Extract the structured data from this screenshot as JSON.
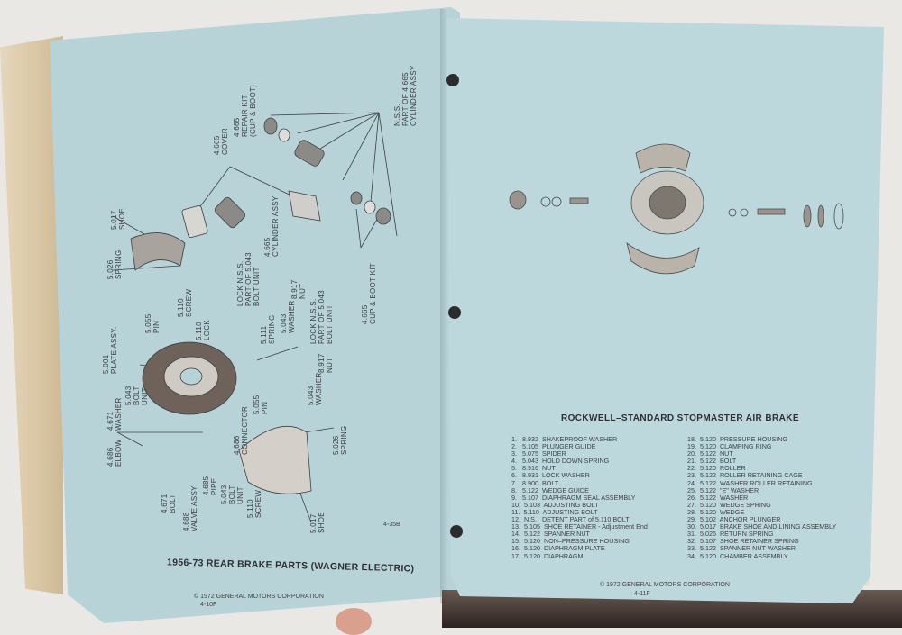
{
  "left_page": {
    "title": "1956-73 REAR BRAKE PARTS (WAGNER ELECTRIC)",
    "copyright": "© 1972 GENERAL MOTORS CORPORATION",
    "page_number": "4-10F",
    "figure_id": "4-35B",
    "callouts": [
      "4.665\nREPAIR KIT\n(CUP & BOOT)",
      "N.S.S.\nPART OF 4.665\nCYLINDER ASSY",
      "4.665\nCOVER",
      "5.017\nSHOE",
      "4.665\nCYLINDER ASSY",
      "5.026\nSPRING",
      "LOCK N.S.S.\nPART OF 5.043\nBOLT UNIT",
      "8.917\nNUT",
      "4.665\nCUP & BOOT KIT",
      "5.110\nSCREW",
      "5.043\nWASHER",
      "5.055\nPIN",
      "5.110\nLOCK",
      "5.111\nSPRING",
      "LOCK N.S.S.\nPART OF 5.043\nBOLT UNIT",
      "5.001\nPLATE ASSY.",
      "8.917\nNUT",
      "5.043\nBOLT\nUNIT",
      "5.043\nWASHER",
      "5.055\nPIN",
      "4.671\nWASHER",
      "5.026\nSPRING",
      "4.686\nELBOW",
      "4.686\nCONNECTOR",
      "4.685\nPIPE",
      "5.043\nBOLT\nUNIT",
      "5.110\nSCREW",
      "4.671\nBOLT",
      "4.688\nVALVE ASSY",
      "5.017\nSHOE"
    ]
  },
  "right_page": {
    "title": "ROCKWELL–STANDARD STOPMASTER AIR BRAKE",
    "copyright": "© 1972 GENERAL MOTORS CORPORATION",
    "page_number": "4-11F",
    "parts": [
      {
        "no": "1.",
        "code": "8.932",
        "name": "SHAKEPROOF WASHER"
      },
      {
        "no": "2.",
        "code": "5.105",
        "name": "PLUNGER GUIDE"
      },
      {
        "no": "3.",
        "code": "5.075",
        "name": "SPIDER"
      },
      {
        "no": "4.",
        "code": "5.043",
        "name": "HOLD DOWN SPRING"
      },
      {
        "no": "5.",
        "code": "8.916",
        "name": "NUT"
      },
      {
        "no": "6.",
        "code": "8.931",
        "name": "LOCK WASHER"
      },
      {
        "no": "7.",
        "code": "8.900",
        "name": "BOLT"
      },
      {
        "no": "8.",
        "code": "5.122",
        "name": "WEDGE GUIDE"
      },
      {
        "no": "9.",
        "code": "5.107",
        "name": "DIAPHRAGM SEAL ASSEMBLY"
      },
      {
        "no": "10.",
        "code": "5.103",
        "name": "ADJUSTING BOLT"
      },
      {
        "no": "11.",
        "code": "5.110",
        "name": "ADJUSTING BOLT"
      },
      {
        "no": "12.",
        "code": "N.S.",
        "name": "DETENT PART of 5.110 BOLT"
      },
      {
        "no": "13.",
        "code": "5.105",
        "name": "SHOE RETAINER - Adjustment End"
      },
      {
        "no": "14.",
        "code": "5.122",
        "name": "SPANNER NUT"
      },
      {
        "no": "15.",
        "code": "5.120",
        "name": "NON–PRESSURE HOUSING"
      },
      {
        "no": "16.",
        "code": "5.120",
        "name": "DIAPHRAGM PLATE"
      },
      {
        "no": "17.",
        "code": "5.120",
        "name": "DIAPHRAGM"
      },
      {
        "no": "18.",
        "code": "5.120",
        "name": "PRESSURE HOUSING"
      },
      {
        "no": "19.",
        "code": "5.120",
        "name": "CLAMPING RING"
      },
      {
        "no": "20.",
        "code": "5.122",
        "name": "NUT"
      },
      {
        "no": "21.",
        "code": "5.122",
        "name": "BOLT"
      },
      {
        "no": "22.",
        "code": "5.120",
        "name": "ROLLER"
      },
      {
        "no": "23.",
        "code": "5.122",
        "name": "ROLLER RETAINING CAGE"
      },
      {
        "no": "24.",
        "code": "5.122",
        "name": "WASHER ROLLER RETAINING"
      },
      {
        "no": "25.",
        "code": "5.122",
        "name": "\"E\" WASHER"
      },
      {
        "no": "26.",
        "code": "5.122",
        "name": "WASHER"
      },
      {
        "no": "27.",
        "code": "5.120",
        "name": "WEDGE SPRING"
      },
      {
        "no": "28.",
        "code": "5.120",
        "name": "WEDGE"
      },
      {
        "no": "29.",
        "code": "5.102",
        "name": "ANCHOR PLUNGER"
      },
      {
        "no": "30.",
        "code": "5.017",
        "name": "BRAKE SHOE AND LINING ASSEMBLY"
      },
      {
        "no": "31.",
        "code": "5.026",
        "name": "RETURN SPRING"
      },
      {
        "no": "32.",
        "code": "5.107",
        "name": "SHOE RETAINER SPRING"
      },
      {
        "no": "33.",
        "code": "5.122",
        "name": "SPANNER NUT WASHER"
      },
      {
        "no": "34.",
        "code": "5.120",
        "name": "CHAMBER ASSEMBLY"
      }
    ]
  },
  "colors": {
    "page": "#b7d3d8",
    "ink": "#3a3d40",
    "background": "#e9e8e4"
  }
}
